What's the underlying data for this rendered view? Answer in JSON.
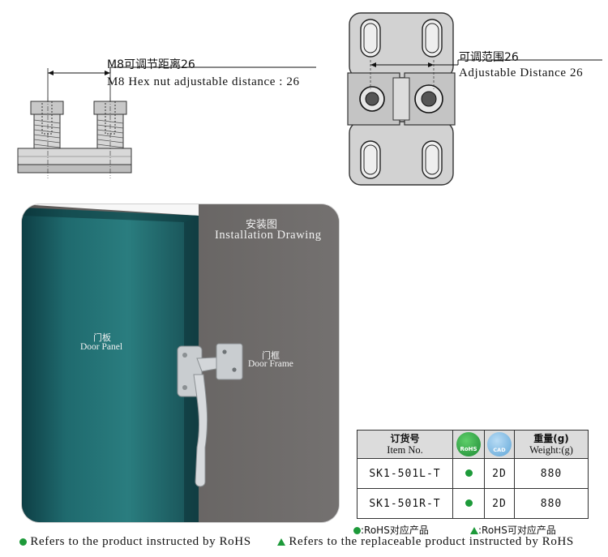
{
  "dimension_left": {
    "label_cn": "M8可调节距离26",
    "label_en": "M8 Hex nut adjustable distance : 26"
  },
  "dimension_right": {
    "label_cn": "可调范围26",
    "label_en": "Adjustable Distance 26"
  },
  "installation": {
    "title_cn": "安装图",
    "title_en": "Installation Drawing",
    "door_panel_cn": "门板",
    "door_panel_en": "Door Panel",
    "door_frame_cn": "门框",
    "door_frame_en": "Door Frame"
  },
  "table": {
    "header": {
      "item_cn": "订货号",
      "item_en": "Item No.",
      "rohs_badge": "RoHS",
      "cad_badge": "CAD",
      "weight_cn": "重量(g)",
      "weight_en": "Weight:(g)"
    },
    "rows": [
      {
        "item": "SK1-501L-T",
        "rohs": "●",
        "cad": "2D",
        "weight": "880"
      },
      {
        "item": "SK1-501R-T",
        "rohs": "●",
        "cad": "2D",
        "weight": "880"
      }
    ]
  },
  "legend": {
    "rohs_cn": ":RoHS对应产品",
    "replace_cn": ":RoHS可对应产品",
    "rohs_en": "Refers to the product instructed by RoHS",
    "replace_en": "Refers to the replaceable product instructed by RoHS"
  },
  "colors": {
    "rohs_green": "#1d9a3a",
    "door_teal": "#1f6a6e",
    "frame_gray": "#6d6a68"
  }
}
